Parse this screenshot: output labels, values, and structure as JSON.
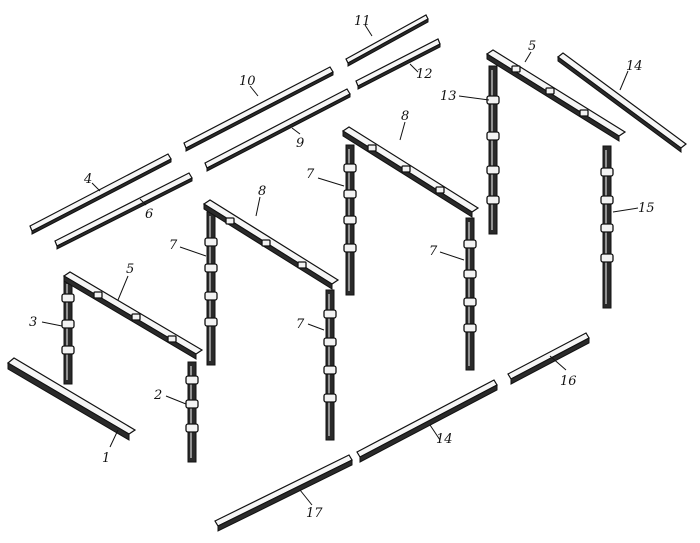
{
  "figure": {
    "parts": [
      {
        "id": "beam-left-ground",
        "label": "1"
      },
      {
        "id": "post-front-right",
        "label": "2"
      },
      {
        "id": "post-front-left",
        "label": "3"
      },
      {
        "id": "rail-4",
        "label": "4"
      },
      {
        "id": "crossbar-front",
        "label": "5"
      },
      {
        "id": "crossbar-back",
        "label": "5"
      },
      {
        "id": "rail-6",
        "label": "6"
      },
      {
        "id": "post-f2-left",
        "label": "7"
      },
      {
        "id": "post-f2-right",
        "label": "7"
      },
      {
        "id": "post-f3-left",
        "label": "7"
      },
      {
        "id": "post-f3-right",
        "label": "7"
      },
      {
        "id": "crossbar-f2",
        "label": "8"
      },
      {
        "id": "crossbar-f3",
        "label": "8"
      },
      {
        "id": "rail-9",
        "label": "9"
      },
      {
        "id": "rail-10",
        "label": "10"
      },
      {
        "id": "rail-11",
        "label": "11"
      },
      {
        "id": "rail-12",
        "label": "12"
      },
      {
        "id": "post-back-left",
        "label": "13"
      },
      {
        "id": "beam-right-top",
        "label": "14"
      },
      {
        "id": "beam-ground-middle",
        "label": "14"
      },
      {
        "id": "post-back-right",
        "label": "15"
      },
      {
        "id": "beam-ground-right",
        "label": "16"
      },
      {
        "id": "beam-ground-front",
        "label": "17"
      }
    ]
  }
}
